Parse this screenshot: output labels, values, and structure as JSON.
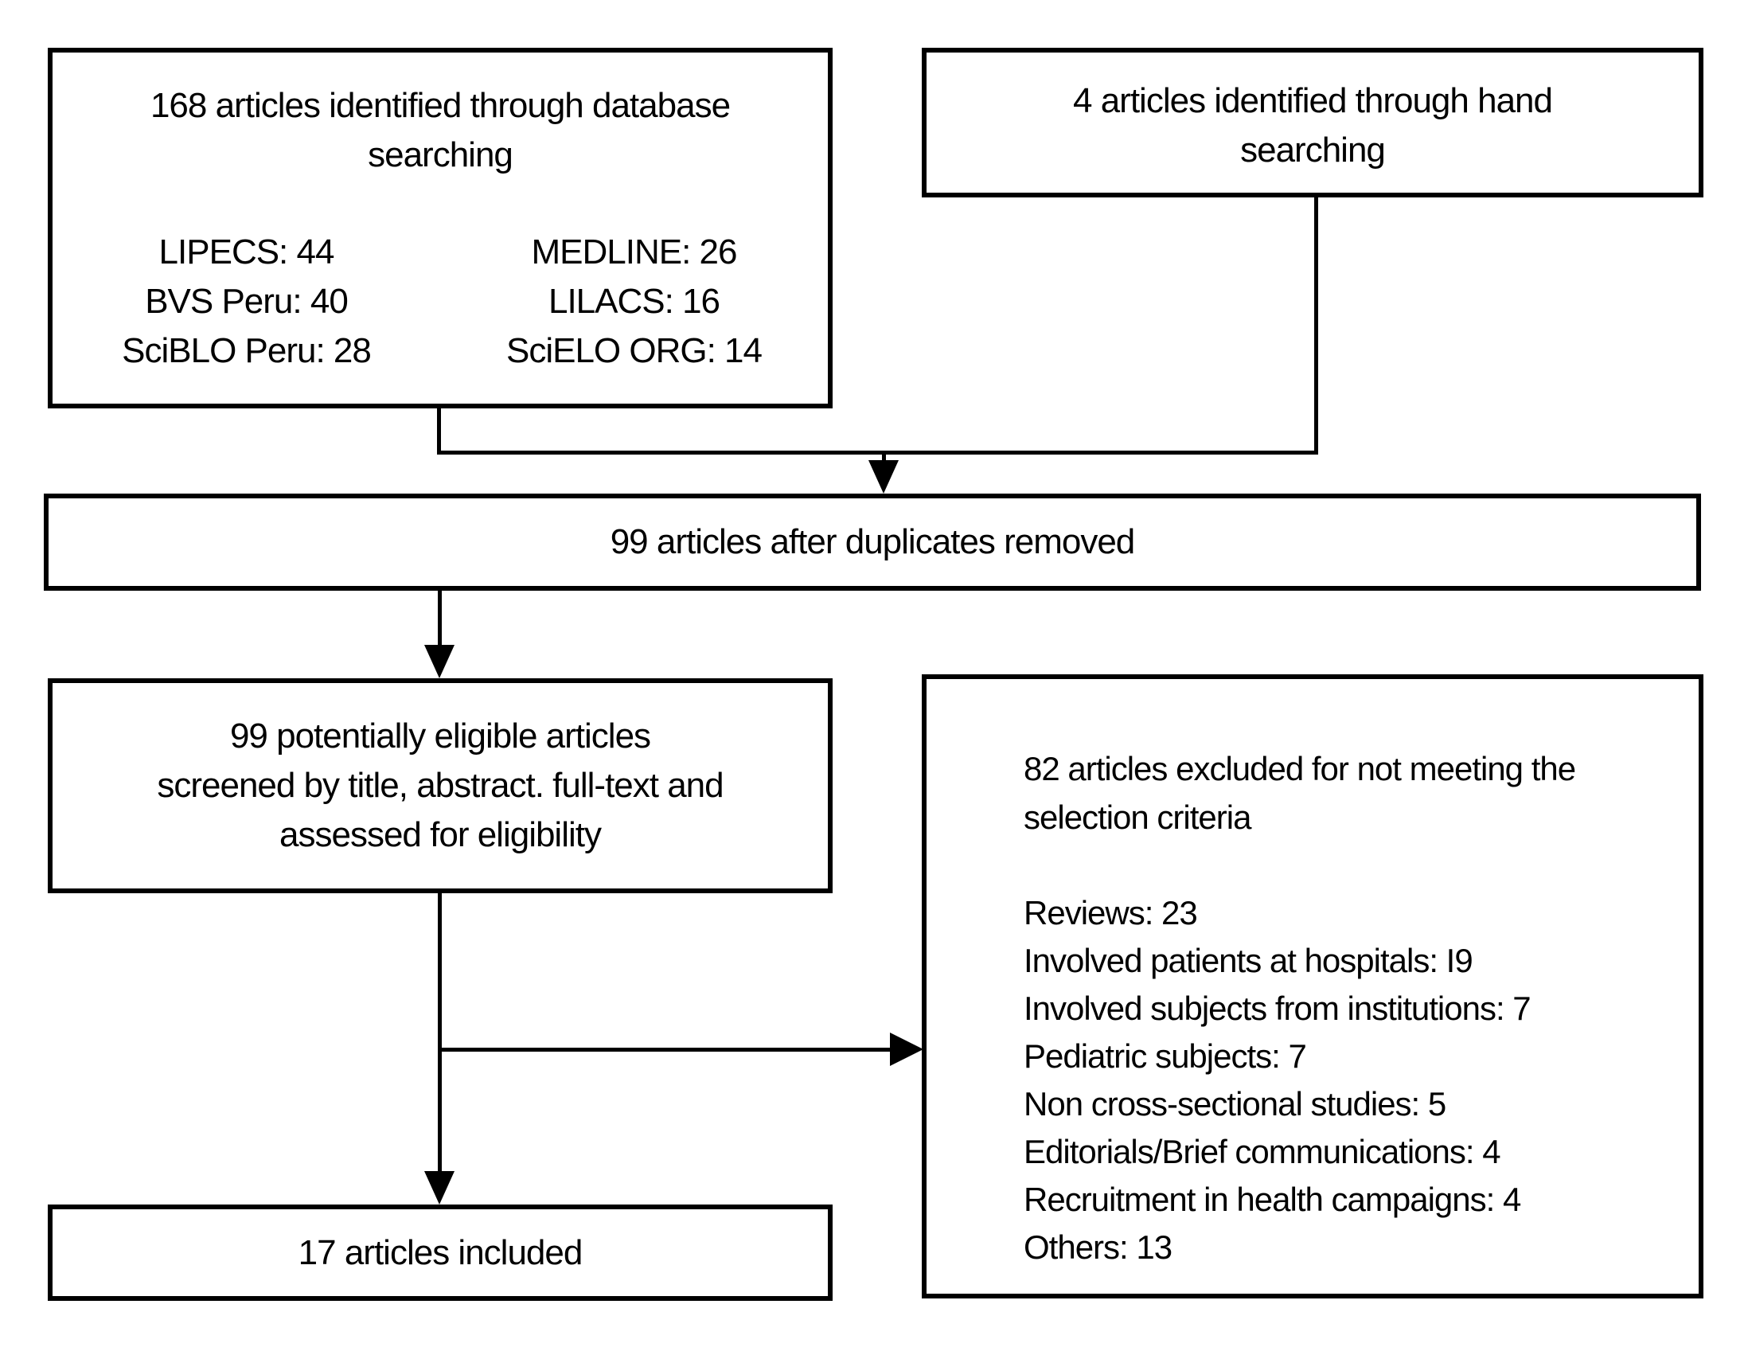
{
  "figure": {
    "type": "flow-diagram",
    "background": "#ffffff",
    "line_color": "#000000",
    "boxes": {
      "database": {
        "heading_lines": [
          "168 articles identified through database",
          "searching"
        ],
        "counts_left": [
          "LIPECS: 44",
          "BVS Peru: 40",
          "SciBLO Peru: 28"
        ],
        "counts_right": [
          "MEDLINE: 26",
          "LILACS: 16",
          "SciELO ORG: 14"
        ]
      },
      "hand": {
        "heading_lines": [
          "4 articles identified through hand",
          "searching"
        ]
      },
      "duplicates": {
        "label": "99 articles after duplicates removed"
      },
      "screened": {
        "lines": [
          "99 potentially eligible articles",
          "screened by title, abstract. full-text and",
          "assessed for eligibility"
        ]
      },
      "excluded": {
        "heading_lines": [
          "82 articles excluded for not meeting the",
          "selection criteria"
        ],
        "reasons": [
          "Reviews: 23",
          "Involved patients at hospitals: I9",
          "Involved subjects from institutions: 7",
          "Pediatric subjects: 7",
          "Non cross-sectional studies: 5",
          "Editorials/Brief communications: 4",
          "Recruitment in health campaigns: 4",
          "Others: 13"
        ]
      },
      "included": {
        "label": "17 articles included"
      }
    }
  }
}
